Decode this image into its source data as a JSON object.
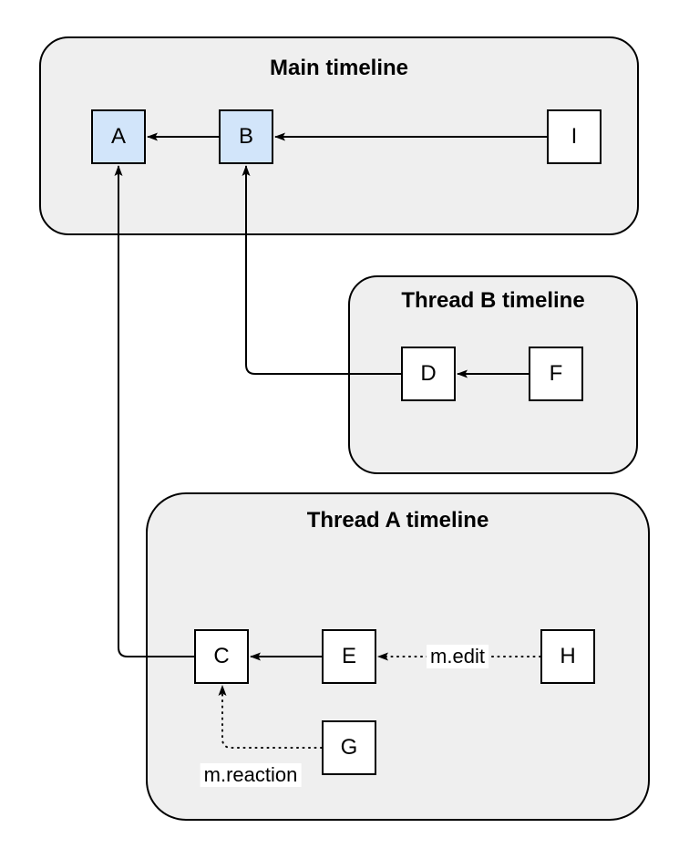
{
  "diagram": {
    "containers": [
      {
        "id": "main",
        "title": "Main timeline"
      },
      {
        "id": "thread_b",
        "title": "Thread B timeline"
      },
      {
        "id": "thread_a",
        "title": "Thread A timeline"
      }
    ],
    "nodes": [
      {
        "id": "A",
        "label": "A",
        "timeline": "main",
        "variant": "highlighted"
      },
      {
        "id": "B",
        "label": "B",
        "timeline": "main",
        "variant": "highlighted"
      },
      {
        "id": "I",
        "label": "I",
        "timeline": "main",
        "variant": "plain"
      },
      {
        "id": "D",
        "label": "D",
        "timeline": "thread_b",
        "variant": "plain"
      },
      {
        "id": "F",
        "label": "F",
        "timeline": "thread_b",
        "variant": "plain"
      },
      {
        "id": "C",
        "label": "C",
        "timeline": "thread_a",
        "variant": "plain"
      },
      {
        "id": "E",
        "label": "E",
        "timeline": "thread_a",
        "variant": "plain"
      },
      {
        "id": "H",
        "label": "H",
        "timeline": "thread_a",
        "variant": "plain"
      },
      {
        "id": "G",
        "label": "G",
        "timeline": "thread_a",
        "variant": "plain"
      }
    ],
    "edges": [
      {
        "from": "B",
        "to": "A",
        "style": "solid",
        "label": ""
      },
      {
        "from": "I",
        "to": "B",
        "style": "solid",
        "label": ""
      },
      {
        "from": "F",
        "to": "D",
        "style": "solid",
        "label": ""
      },
      {
        "from": "D",
        "to": "B",
        "style": "solid",
        "label": ""
      },
      {
        "from": "C",
        "to": "A",
        "style": "solid",
        "label": ""
      },
      {
        "from": "E",
        "to": "C",
        "style": "solid",
        "label": ""
      },
      {
        "from": "H",
        "to": "E",
        "style": "dotted",
        "label": "m.edit"
      },
      {
        "from": "G",
        "to": "C",
        "style": "dotted",
        "label": "m.reaction"
      }
    ],
    "colors": {
      "background": "#ffffff",
      "container_fill": "#efefef",
      "container_border": "#000000",
      "node_fill": "#ffffff",
      "node_highlight_fill": "#d2e5fa",
      "node_border": "#000000",
      "edge": "#000000",
      "label_bg": "#ffffff",
      "text": "#000000"
    }
  }
}
